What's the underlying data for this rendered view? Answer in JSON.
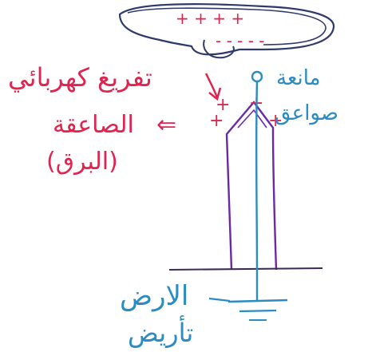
{
  "cloud": {
    "top_charges": "+ + + +",
    "bottom_charges": "- - - - -"
  },
  "labels": {
    "discharge_line1": "تفريغ كهربائي",
    "discharge_line2": "الصاعقة",
    "lightning": "(البرق)",
    "arrow_symbol": "⇐",
    "rod_line1": "مانعة",
    "rod_line2": "صواعق",
    "ground": "الارض",
    "earthing": "تأريض"
  },
  "rod_charges": {
    "left_top": "+",
    "right_top": "+",
    "left_mid": "+",
    "right_mid": "+"
  },
  "colors": {
    "cloud": "#2f3a6b",
    "discharge_text": "#e0244f",
    "rod_body": "#6a2aa8",
    "wire": "#2b8cc4",
    "labels_blue": "#2b8cc4"
  }
}
